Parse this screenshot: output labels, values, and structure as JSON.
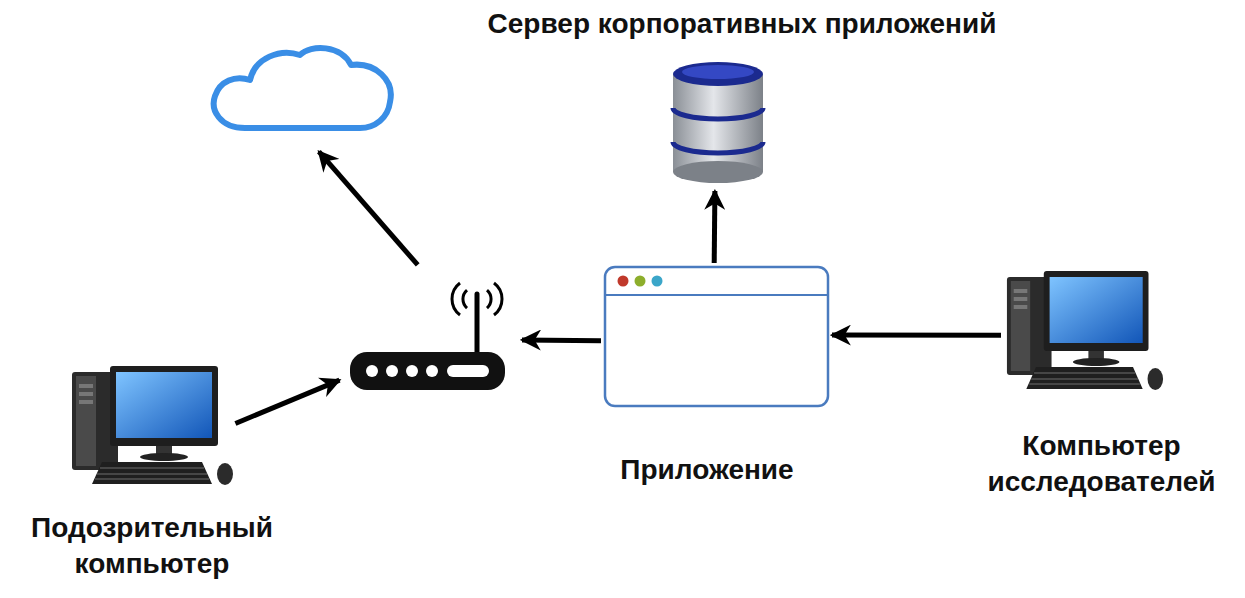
{
  "diagram": {
    "nodes": [
      {
        "text": [
          "Сервер корпоративных приложений"
        ]
      },
      {
        "text": []
      },
      {
        "text": []
      },
      {
        "text": [
          "Приложение"
        ]
      },
      {
        "text": [
          "Подозрительный компьютер"
        ]
      },
      {
        "text": [
          "Компьютер исследователей"
        ]
      }
    ],
    "edges": [
      {
        "from": 4,
        "to": 2,
        "arrow": "to"
      },
      {
        "from": 2,
        "to": 1,
        "arrow": "to"
      },
      {
        "from": 3,
        "to": 2,
        "arrow": "to"
      },
      {
        "from": 3,
        "to": 0,
        "arrow": "to"
      },
      {
        "from": 5,
        "to": 3,
        "arrow": "to"
      }
    ]
  }
}
